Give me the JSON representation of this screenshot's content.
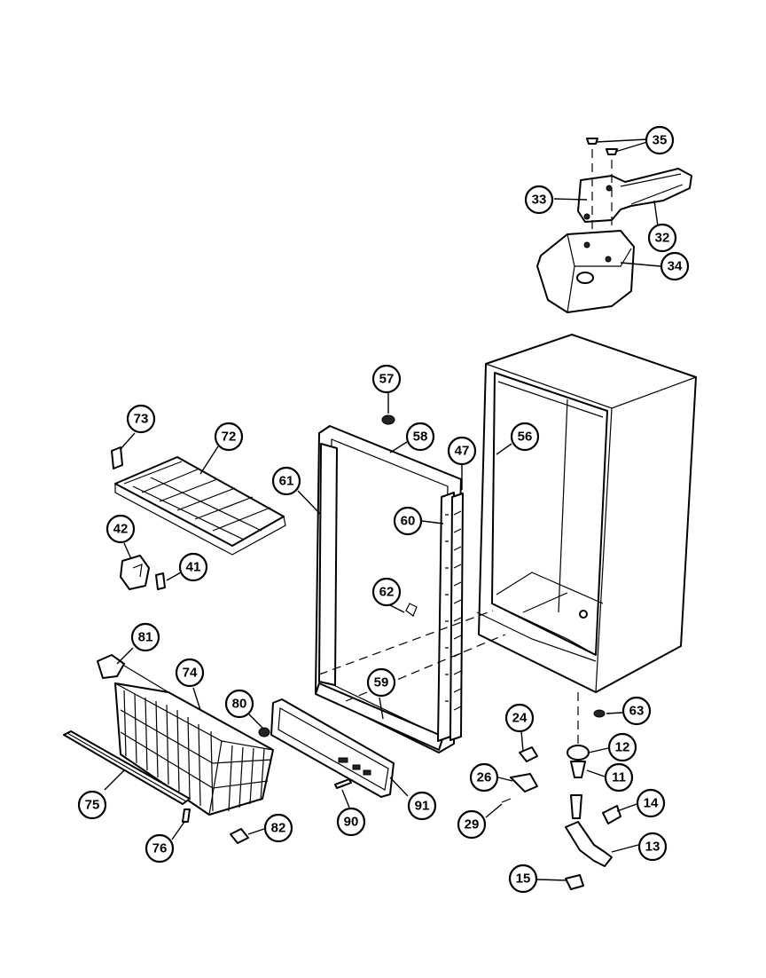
{
  "callouts": [
    {
      "id": "c35",
      "label": "35"
    },
    {
      "id": "c33",
      "label": "33"
    },
    {
      "id": "c32",
      "label": "32"
    },
    {
      "id": "c34",
      "label": "34"
    },
    {
      "id": "c57",
      "label": "57"
    },
    {
      "id": "c58",
      "label": "58"
    },
    {
      "id": "c47",
      "label": "47"
    },
    {
      "id": "c56",
      "label": "56"
    },
    {
      "id": "c73",
      "label": "73"
    },
    {
      "id": "c72",
      "label": "72"
    },
    {
      "id": "c61",
      "label": "61"
    },
    {
      "id": "c60",
      "label": "60"
    },
    {
      "id": "c42",
      "label": "42"
    },
    {
      "id": "c41",
      "label": "41"
    },
    {
      "id": "c62",
      "label": "62"
    },
    {
      "id": "c81",
      "label": "81"
    },
    {
      "id": "c74",
      "label": "74"
    },
    {
      "id": "c59",
      "label": "59"
    },
    {
      "id": "c80",
      "label": "80"
    },
    {
      "id": "c63",
      "label": "63"
    },
    {
      "id": "c24",
      "label": "24"
    },
    {
      "id": "c12",
      "label": "12"
    },
    {
      "id": "c11",
      "label": "11"
    },
    {
      "id": "c26",
      "label": "26"
    },
    {
      "id": "c75",
      "label": "75"
    },
    {
      "id": "c91",
      "label": "91"
    },
    {
      "id": "c14",
      "label": "14"
    },
    {
      "id": "c29",
      "label": "29"
    },
    {
      "id": "c82",
      "label": "82"
    },
    {
      "id": "c90",
      "label": "90"
    },
    {
      "id": "c76",
      "label": "76"
    },
    {
      "id": "c13",
      "label": "13"
    },
    {
      "id": "c15",
      "label": "15"
    }
  ]
}
